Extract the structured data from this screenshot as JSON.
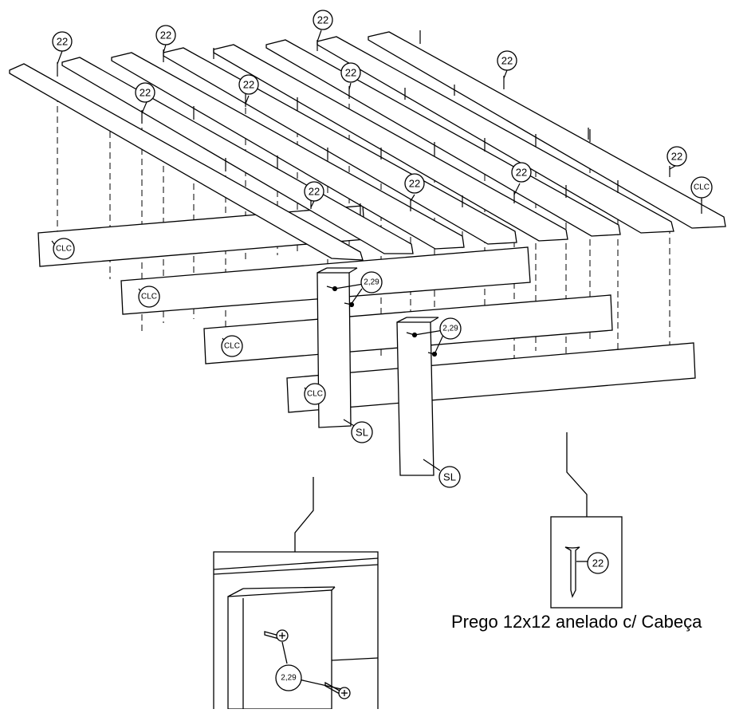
{
  "callouts": {
    "nail": "22",
    "screw": "2,29",
    "beam": "CLC",
    "post": "SL"
  },
  "caption": "Prego 12x12 anelado c/ Cabeça",
  "colors": {
    "line": "#000000",
    "background": "#ffffff"
  }
}
